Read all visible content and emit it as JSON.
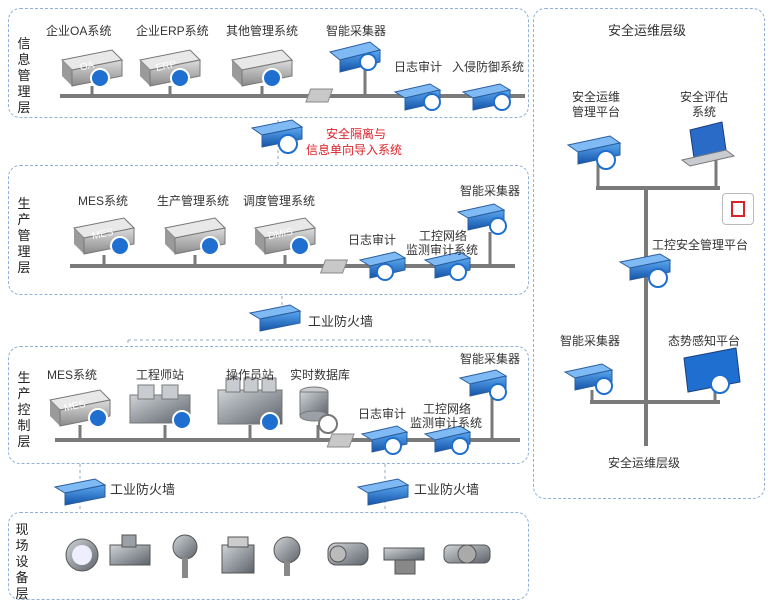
{
  "layers": {
    "info": {
      "label": "信息管理层"
    },
    "production": {
      "label": "生产管理层"
    },
    "control": {
      "label": "生产控制层"
    },
    "field": {
      "label": "现场设备层"
    },
    "ops": {
      "title": "安全运维层级",
      "bottom_label": "安全运维层级"
    }
  },
  "info": {
    "oa": "企业OA系统",
    "erp": "企业ERP系统",
    "other": "其他管理系统",
    "collector": "智能采集器",
    "log_audit": "日志审计",
    "ids": "入侵防御系统",
    "oa_badge": "OA",
    "erp_badge": "ERP"
  },
  "isolation": {
    "line1": "安全隔离与",
    "line2": "信息单向导入系统"
  },
  "production": {
    "mes": "MES系统",
    "prod_mgmt": "生产管理系统",
    "dispatch": "调度管理系统",
    "collector": "智能采集器",
    "log_audit": "日志审计",
    "net_audit_1": "工控网络",
    "net_audit_2": "监测审计系统",
    "mes_badge": "MES",
    "dmis_badge": "DMIS"
  },
  "firewall_1": {
    "label": "工业防火墙"
  },
  "control": {
    "mes": "MES系统",
    "engineer": "工程师站",
    "operator": "操作员站",
    "rtdb": "实时数据库",
    "collector": "智能采集器",
    "log_audit": "日志审计",
    "net_audit_1": "工控网络",
    "net_audit_2": "监测审计系统",
    "mes_badge": "MES"
  },
  "firewall_2": {
    "left_label": "工业防火墙",
    "right_label": "工业防火墙"
  },
  "ops": {
    "maint_1": "安全运维",
    "maint_2": "管理平台",
    "eval_1": "安全评估",
    "eval_2": "系统",
    "ics_mgmt": "工控安全管理平台",
    "collector": "智能采集器",
    "situation": "态势感知平台"
  },
  "colors": {
    "accent": "#1e6fd0",
    "dashed_border": "#8fb0d8",
    "bus": "#7a7a7a",
    "alert": "#d8232a"
  }
}
